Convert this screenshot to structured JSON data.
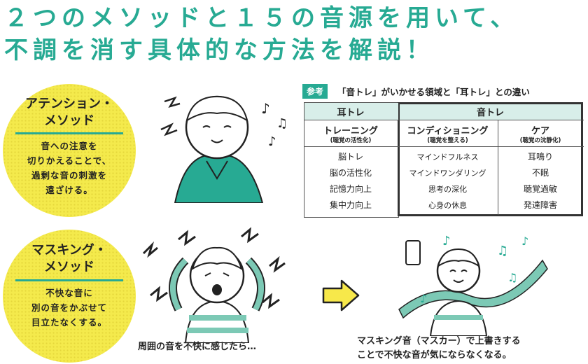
{
  "headline": {
    "line1": "２つのメソッドと１５の音源を用いて、",
    "line2": "不調を消す具体的な方法を解説！"
  },
  "attention": {
    "title_line1": "アテンション・",
    "title_line2": "メソッド",
    "desc_line1": "音への注意を",
    "desc_line2": "切りかえることで、",
    "desc_line3": "過剰な音の刺激を",
    "desc_line4": "遠ざける。"
  },
  "masking": {
    "title_line1": "マスキング・",
    "title_line2": "メソッド",
    "desc_line1": "不快な音に",
    "desc_line2": "別の音をかぶせて",
    "desc_line3": "目立たなくする。"
  },
  "reference": {
    "badge": "参考",
    "caption": "「音トレ」がいかせる領域と「耳トレ」との違い"
  },
  "table": {
    "mimi_header": "耳トレ",
    "oto_header": "音トレ",
    "col1_title": "トレーニング",
    "col1_sub": "(聴覚の活性化)",
    "col2_title": "コンディショニング",
    "col2_sub": "(聴覚を整える)",
    "col3_title": "ケア",
    "col3_sub": "(聴覚の沈静化)",
    "col1_items": [
      "脳トレ",
      "脳の活性化",
      "記憶力向上",
      "集中力向上"
    ],
    "col2_items": [
      "マインドフルネス",
      "マインドワンダリング",
      "思考の深化",
      "心身の休息"
    ],
    "col3_items": [
      "耳鳴り",
      "不眠",
      "聴覚過敏",
      "発達障害"
    ]
  },
  "captions": {
    "left": "周囲の音を不快に感じたら…",
    "right_line1": "マスキング音（マスカー）で上書きする",
    "right_line2": "ことで不快な音が気にならなくなる。"
  },
  "colors": {
    "teal": "#27aa93",
    "yellow": "#f4ea4c",
    "arrow": "#f7e84a"
  }
}
